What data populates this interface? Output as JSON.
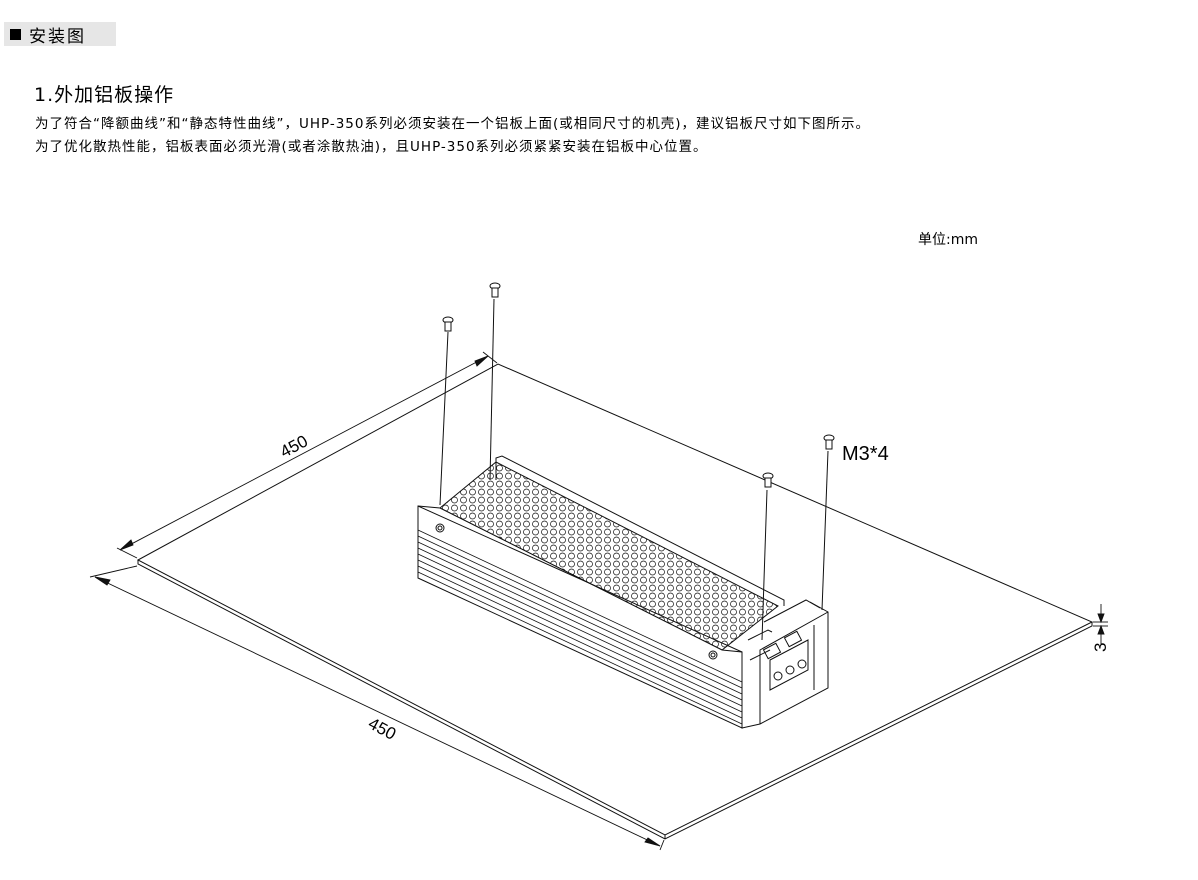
{
  "header": {
    "title": "安装图"
  },
  "step": {
    "title": "1.外加铝板操作"
  },
  "description": {
    "line1": "为了符合“降额曲线”和“静态特性曲线”，UHP-350系列必须安装在一个铝板上面(或相同尺寸的机壳)，建议铝板尺寸如下图所示。",
    "line2": "为了优化散热性能，铝板表面必须光滑(或者涂散热油)，且UHP-350系列必须紧紧安装在铝板中心位置。"
  },
  "diagram": {
    "unit_label": "单位:mm",
    "dim_width": "450",
    "dim_depth": "450",
    "dim_thickness": "3",
    "screw_label": "M3*4"
  }
}
